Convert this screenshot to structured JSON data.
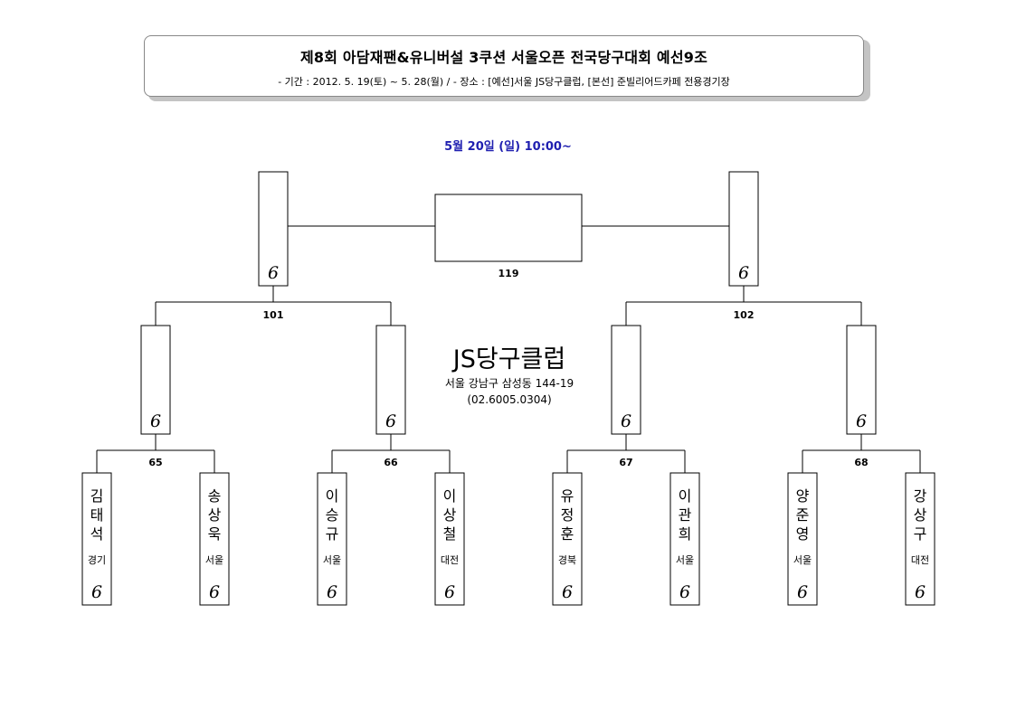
{
  "header": {
    "title": "제8회 아담재팬&유니버설 3쿠션 서울오픈 전국당구대회 예선9조",
    "subtitle": "- 기간 : 2012. 5. 19(토) ~ 5. 28(월)   /   - 장소 : [예선]서울 JS당구클럽, [본선] 준빌리어드카페 전용경기장"
  },
  "schedule": {
    "date": "5월 20일 (일) 10:00~"
  },
  "venue": {
    "name": "JS당구클럽",
    "address": "서울 강남구 삼성동 144-19",
    "phone": "(02.6005.0304)"
  },
  "score_glyph": "6",
  "final": {
    "match_no": "119"
  },
  "semifinals": [
    {
      "match_no": "101"
    },
    {
      "match_no": "102"
    }
  ],
  "first_round": [
    {
      "match_no": "65"
    },
    {
      "match_no": "66"
    },
    {
      "match_no": "67"
    },
    {
      "match_no": "68"
    }
  ],
  "players": [
    {
      "name": "김태석",
      "region": "경기"
    },
    {
      "name": "송상욱",
      "region": "서울"
    },
    {
      "name": "이승규",
      "region": "서울"
    },
    {
      "name": "이상철",
      "region": "대전"
    },
    {
      "name": "유정훈",
      "region": "경북"
    },
    {
      "name": "이관희",
      "region": "서울"
    },
    {
      "name": "양준영",
      "region": "서울"
    },
    {
      "name": "강상구",
      "region": "대전"
    }
  ]
}
